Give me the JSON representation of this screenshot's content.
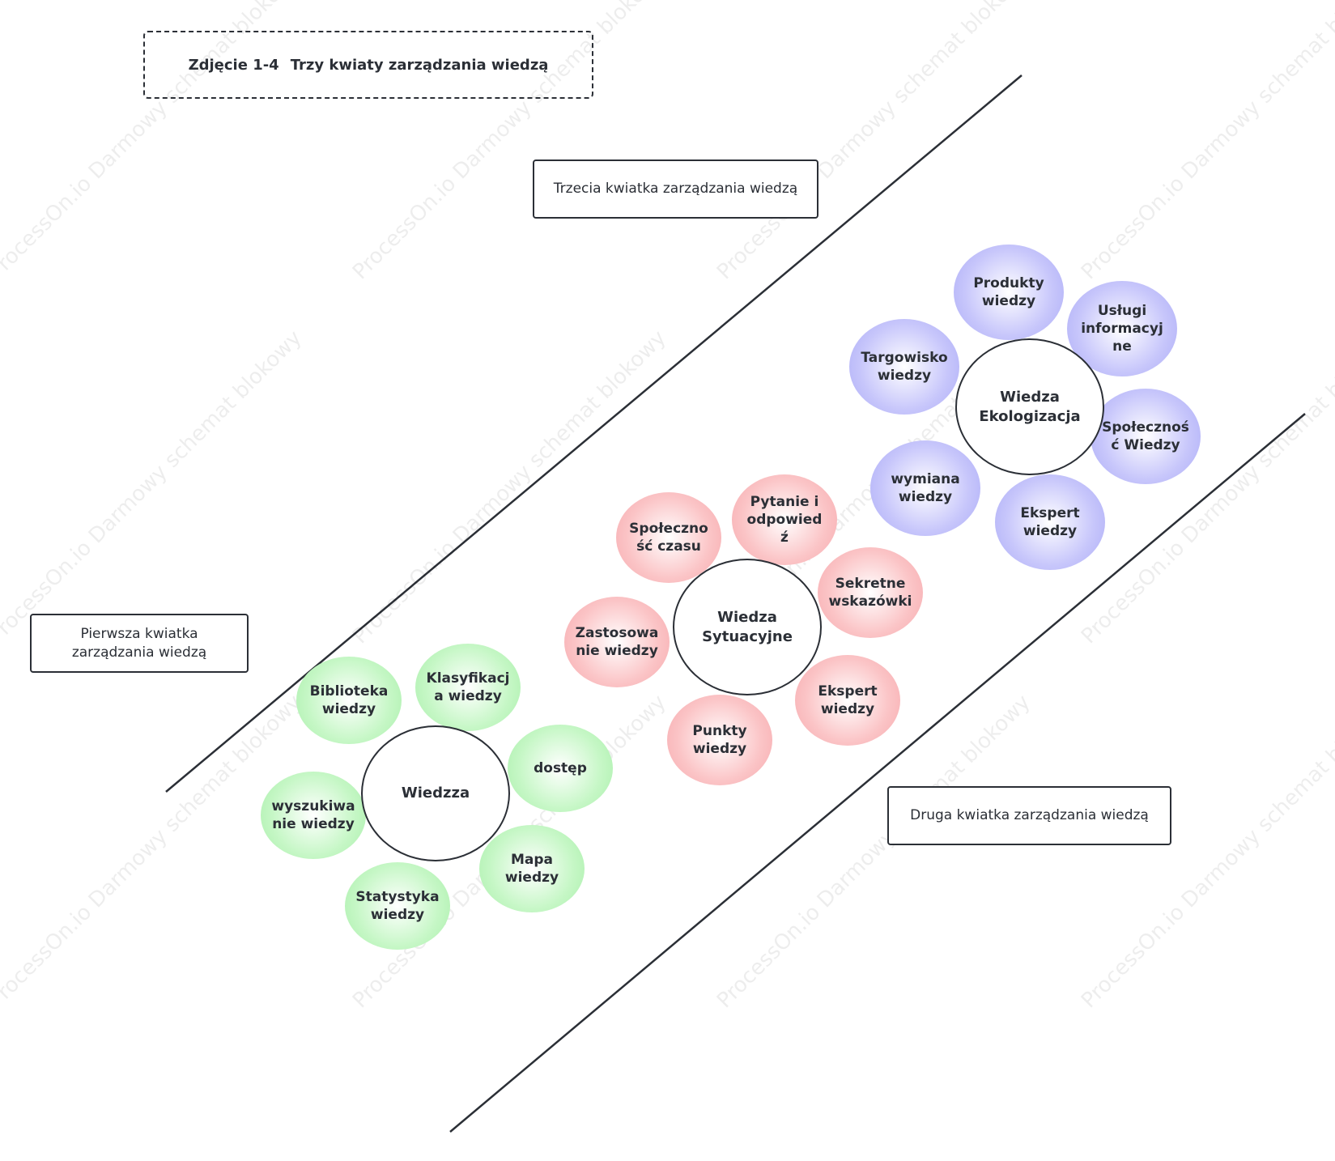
{
  "title": {
    "prefix": "Zdjęcie 1-4",
    "text": "Trzy kwiaty zarządzania wiedzą"
  },
  "labels": {
    "first": "Pierwsza kwiatka zarządzania wiedzą",
    "second": "Druga kwiatka zarządzania wiedzą",
    "third": "Trzecia kwiatka zarządzania wiedzą"
  },
  "watermark": "ProcessOn.io Darmowy schemat blokowy",
  "colors": {
    "line": "#2b2f36",
    "green_petal": "#a9efaa",
    "red_petal": "#f6a9ad",
    "blue_petal": "#ababf6"
  },
  "flowers": {
    "green": {
      "center": "Wiedzza",
      "petals": [
        "Biblioteka\nwiedzy",
        "Klasyfikacj\na wiedzy",
        "dostęp",
        "Mapa\nwiedzy",
        "Statystyka\nwiedzy",
        "wyszukiwa\nnie wiedzy"
      ]
    },
    "red": {
      "center": "Wiedza\nSytuacyjne",
      "petals": [
        "Społeczno\nść czasu",
        "Pytanie i\nodpowied\nź",
        "Sekretne\nwskazówki",
        "Ekspert\nwiedzy",
        "Punkty\nwiedzy",
        "Zastosowa\nnie wiedzy"
      ]
    },
    "blue": {
      "center": "Wiedza\nEkologizacja",
      "petals": [
        "Produkty\nwiedzy",
        "Usługi\ninformacyj\nne",
        "Społecznoś\nć Wiedzy",
        "Ekspert\nwiedzy",
        "wymiana\nwiedzy",
        "Targowisko\nwiedzy"
      ]
    }
  }
}
